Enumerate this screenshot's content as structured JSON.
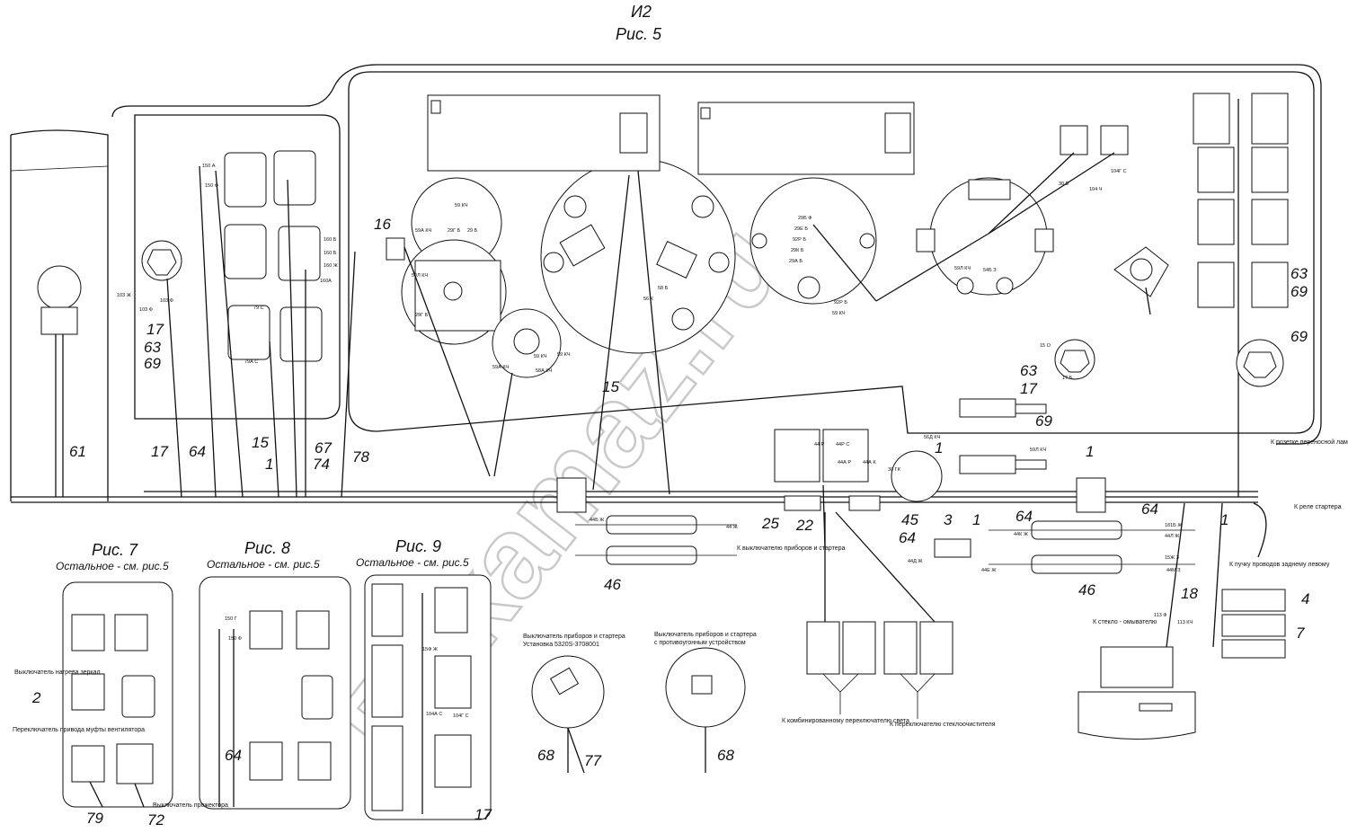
{
  "header": {
    "sheet": "И2",
    "figure_main": "Рис. 5"
  },
  "watermark": "Exkamaz.ru",
  "figures": {
    "fig7": {
      "title": "Рис. 7",
      "subtitle": "Остальное - см. рис.5"
    },
    "fig8": {
      "title": "Рис. 8",
      "subtitle": "Остальное - см. рис.5"
    },
    "fig9": {
      "title": "Рис. 9",
      "subtitle": "Остальное - см. рис.5"
    }
  },
  "callouts": {
    "c16": "16",
    "c15a": "15",
    "c61": "61",
    "c17a": "17",
    "c64a": "64",
    "c15b": "15",
    "c1a": "1",
    "c67": "67",
    "c74": "74",
    "c78": "78",
    "c17b": "17",
    "c63a": "63",
    "c69a": "69",
    "c63b": "63",
    "c17c": "17",
    "c69b": "69",
    "c1b": "1",
    "c1c": "1",
    "c25": "25",
    "c22": "22",
    "c45": "45",
    "c3": "3",
    "c1d": "1",
    "c64b": "64",
    "c64c": "64",
    "c46a": "46",
    "c46b": "46",
    "c64d": "64",
    "c1e": "1",
    "c18": "18",
    "c4": "4",
    "c7": "7",
    "c63c": "63",
    "c69c": "69",
    "c69d": "69",
    "c2": "2",
    "c79": "79",
    "c72": "72",
    "c64e": "64",
    "c68a": "68",
    "c77": "77",
    "c68b": "68",
    "c17d": "17"
  },
  "notes": {
    "heater_switch": "Выключатель нагрева зеркал",
    "fan_clutch_switch": "Переключатель привода муфты вентилятора",
    "projector_switch": "Выключатель прожектора",
    "ignition_switch_a_title": "Выключатель приборов и стартера",
    "ignition_switch_a_sub": "Установка 5320S-3708001",
    "ignition_switch_b_title": "Выключатель приборов и стартера",
    "ignition_switch_b_sub": "с противоугонным устройством",
    "to_ignition_switch": "К выключателю приборов и стартера",
    "to_combined_light_switch": "К комбинированному переключателю света",
    "to_wiper_switch": "К переключателю стеклоочистителя",
    "to_washer": "К стекло - омывателю",
    "to_harness_rear_left": "К пучку проводов заднему левому",
    "to_lamp_socket": "К розетке переносной лампы",
    "to_starter_relay": "К реле стартера"
  },
  "wire_tags": {
    "w1": "103 Ж",
    "w2": "103 Ф",
    "w3": "103 Ф",
    "w4": "150 А",
    "w5": "150 Ф",
    "w6": "160 Б",
    "w7": "160 Б",
    "w8": "160 Ж",
    "w9": "160А",
    "w10": "79 С",
    "w11": "79А С",
    "w12": "59А КЧ",
    "w13": "29Г Б",
    "w14": "29 Б",
    "w15": "59 КЧ",
    "w16": "59Л КЧ",
    "w17": "29Г Б",
    "w18": "59А КЧ",
    "w19": "59 КЧ",
    "w20": "59 КЧ",
    "w21": "58А КЧ",
    "w22": "29Б Ф",
    "w23": "29Е Б",
    "w24": "92Р Б",
    "w25": "29К Б",
    "w26": "29А Б",
    "w27": "92Р Б",
    "w28": "59 КЧ",
    "w29": "15 О",
    "w30": "17 Б",
    "w31": "59Л КЧ",
    "w32": "56Д КЧ",
    "w33": "44Р С",
    "w34": "44 Р",
    "w35": "44А Р",
    "w36": "30 ГК",
    "w37": "44А К",
    "w38": "44Б Ж",
    "w39": "44 Ж",
    "w40": "44Е Ж",
    "w41": "181Б Ж",
    "w42": "44Л Ж",
    "w43": "44Д Ж",
    "w44": "44К Ж",
    "w45": "44М З",
    "w46": "15Ж З",
    "w47": "113 Ф",
    "w48": "113 КЧ",
    "w49": "30 Б",
    "w50": "104 Ч",
    "w51": "104Г С",
    "w52": "54Б З",
    "w53": "59Л КЧ",
    "w54": "150 Г",
    "w55": "150 Ф",
    "w56": "15Ф Ж",
    "w57": "104А С",
    "w58": "104Г С",
    "w59": "58 Б",
    "w60": "56 К"
  }
}
